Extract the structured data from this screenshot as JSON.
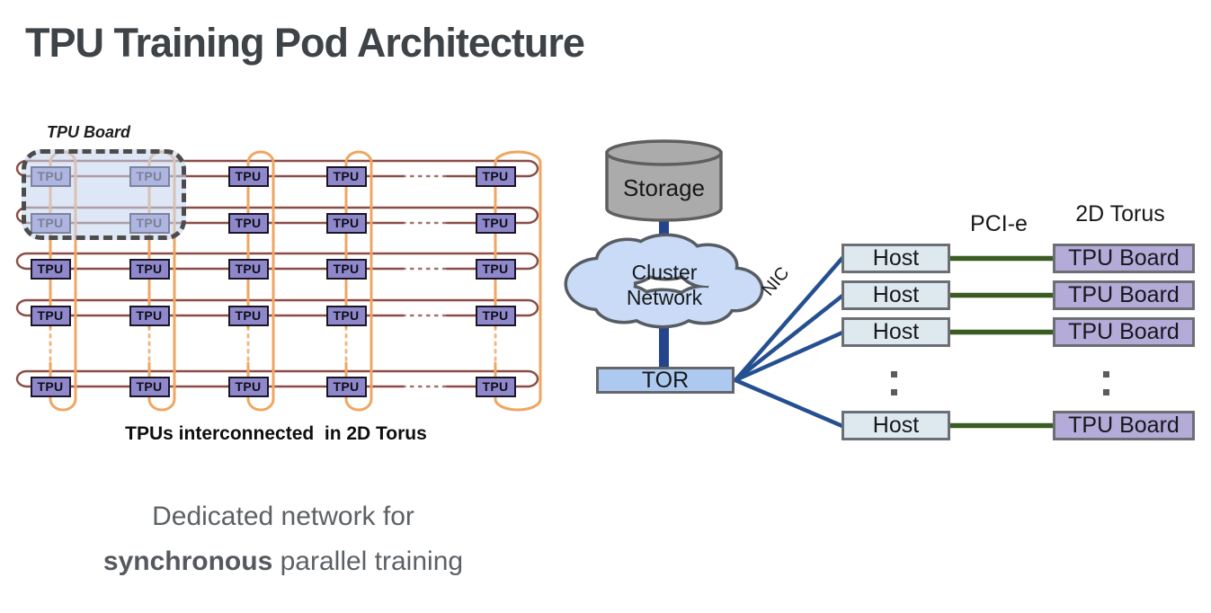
{
  "title": "TPU Training Pod Architecture",
  "torus": {
    "board_label": "TPU Board",
    "tpu_label": "TPU",
    "caption": "TPUs interconnected  in 2D Torus",
    "grid": {
      "visible_rows": 5,
      "visible_cols": 5,
      "row_ellipsis": true,
      "col_ellipsis": true
    }
  },
  "note": {
    "line1": "Dedicated network for",
    "bold_word": "synchronous",
    "line2_rest": " parallel training"
  },
  "network": {
    "storage_label": "Storage",
    "cloud_line1": "Cluster",
    "cloud_line2": "Network",
    "tor_label": "TOR",
    "nic_label": "NIC",
    "pcie_label": "PCI-e",
    "torus_label": "2D Torus",
    "hosts": [
      "Host",
      "Host",
      "Host",
      "Host"
    ],
    "boards": [
      "TPU Board",
      "TPU Board",
      "TPU Board",
      "TPU Board"
    ]
  },
  "colors": {
    "row_link": "#8a4d45",
    "col_link": "#f0a660",
    "chip_fill": "#8e88cb",
    "board_fill": "#b5abd9",
    "host_fill": "#dde9ee",
    "tor_fill": "#aec9f0",
    "cloud_fill": "#c9dbf6",
    "storage_fill": "#ababab",
    "eth_blue": "#25508f",
    "pcie_green": "#3a5b21",
    "title_gray": "#3d4347",
    "note_gray": "#5c6166"
  }
}
